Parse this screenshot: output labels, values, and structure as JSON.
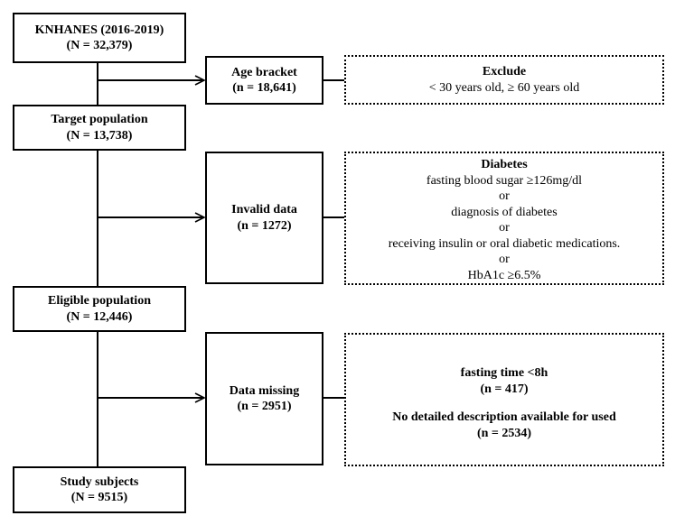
{
  "main_flow": {
    "step1": {
      "title": "KNHANES (2016-2019)",
      "count": "(N = 32,379)"
    },
    "step2": {
      "title": "Target population",
      "count": "(N = 13,738)"
    },
    "step3": {
      "title": "Eligible population",
      "count": "(N = 12,446)"
    },
    "step4": {
      "title": "Study subjects",
      "count": "(N = 9515)"
    }
  },
  "exclusions": {
    "age": {
      "label": "Age bracket",
      "count": "(n = 18,641)",
      "detail_title": "Exclude",
      "detail_text": "< 30 years old, ≥ 60 years old"
    },
    "invalid": {
      "label": "Invalid data",
      "count": "(n = 1272)",
      "detail_title": "Diabetes",
      "criteria": [
        "fasting blood sugar ≥126mg/dl",
        "or",
        "diagnosis of diabetes",
        "or",
        "receiving insulin or oral diabetic medications.",
        "or",
        "HbA1c ≥6.5%"
      ]
    },
    "missing": {
      "label": "Data missing",
      "count": "(n = 2951)",
      "reason1": "fasting time <8h",
      "reason1_count": "(n = 417)",
      "reason2": "No detailed description available for used",
      "reason2_count": "(n = 2534)"
    }
  }
}
